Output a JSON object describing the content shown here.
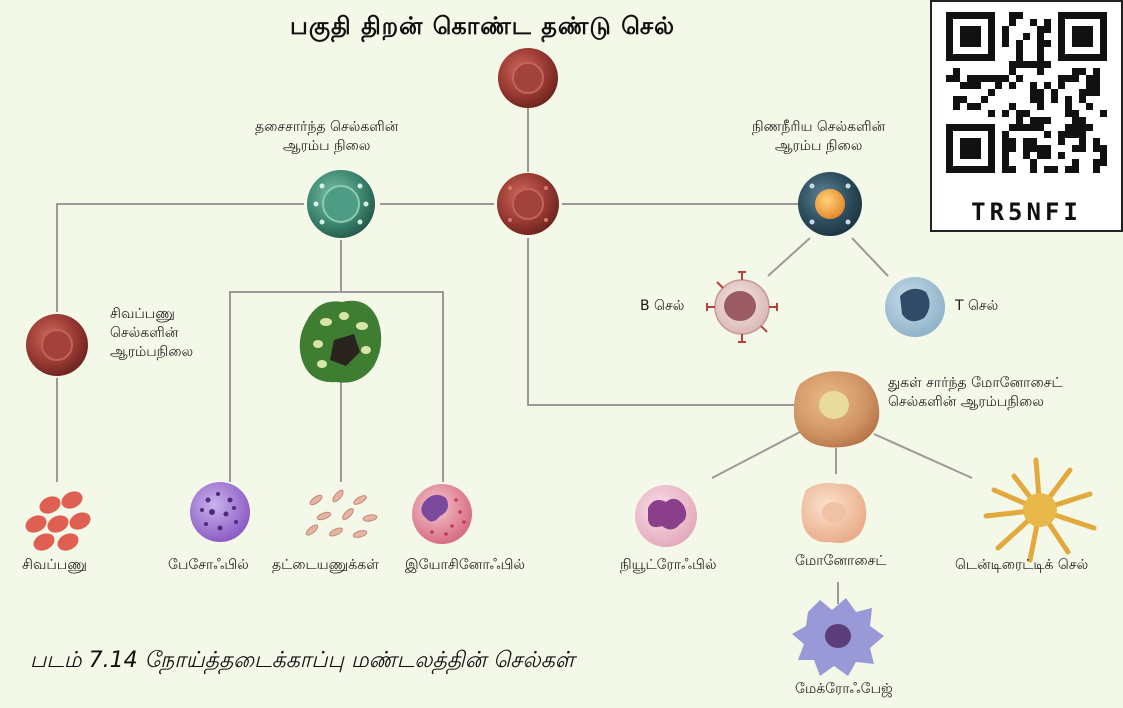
{
  "title": "பகுதி திறன் கொண்ட தண்டு செல்",
  "caption": "படம் 7.14 நோய்த்தடைக்காப்பு மண்டலத்தின் செல்கள்",
  "qr": {
    "code_text": "TR5NFI"
  },
  "labels": {
    "myeloid_progenitor_line1": "தசைசார்ந்த செல்களின்",
    "myeloid_progenitor_line2": "ஆரம்ப நிலை",
    "lymphoid_progenitor_line1": "நிணநீரிய செல்களின்",
    "lymphoid_progenitor_line2": "ஆரம்ப நிலை",
    "erythroid_progenitor_line1": "சிவப்பணு",
    "erythroid_progenitor_line2": "செல்களின்",
    "erythroid_progenitor_line3": "ஆரம்பநிலை",
    "b_cell": "B செல்",
    "t_cell": "T செல்",
    "monocyte_progenitor_line1": "துகள் சார்ந்த மோனோசைட்",
    "monocyte_progenitor_line2": "செல்களின் ஆரம்பநிலை",
    "rbc": "சிவப்பணு",
    "basophil": "பேசோஃபில்",
    "platelets": "தட்டையணுக்கள்",
    "eosinophil": "இயோசினோஃபில்",
    "neutrophil": "நியூட்ரோஃபில்",
    "monocyte": "மோனோசைட்",
    "dendritic": "டென்டிரைட்டிக் செல்",
    "macrophage": "மேக்ரோஃபேஜ்"
  },
  "colors": {
    "background": "#f3f8e8",
    "line": "#999999",
    "stem_cell": "#9b3b33",
    "myeloid_cell": "#3f8a73",
    "lymphoid_cell": "#2f4f5f",
    "nucleus_orange": "#ef9b2e",
    "rbc": "#df5f52",
    "basophil": "#8a5ac4",
    "eosinophil": "#d56a82",
    "monocyte_progenitor": "#d09464",
    "dendritic": "#e8b84b",
    "macrophage": "#9a99d8",
    "megakaryocyte": "#3f7d32"
  }
}
